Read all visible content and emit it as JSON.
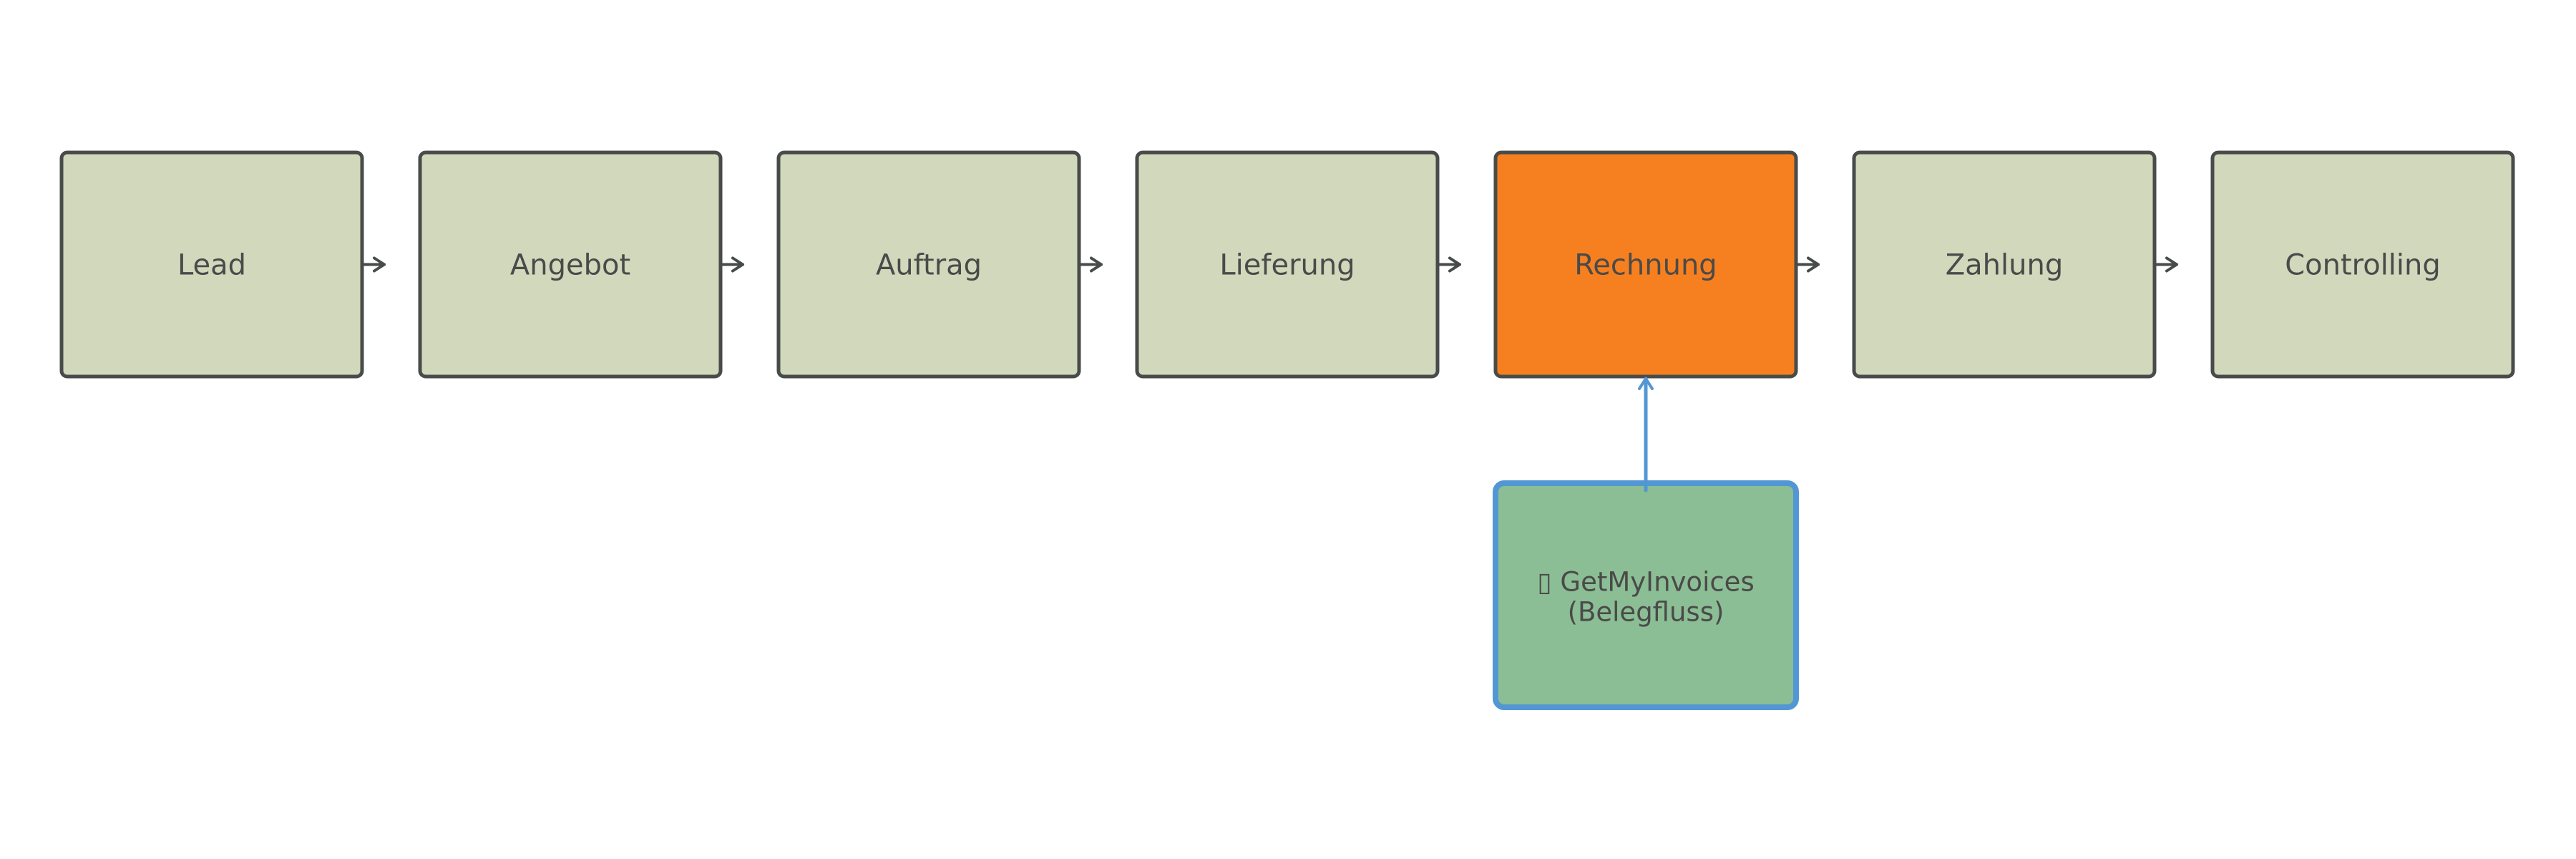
{
  "diagram": {
    "process_steps": [
      {
        "id": "lead",
        "label": "Lead",
        "highlighted": false
      },
      {
        "id": "angebot",
        "label": "Angebot",
        "highlighted": false
      },
      {
        "id": "auftrag",
        "label": "Auftrag",
        "highlighted": false
      },
      {
        "id": "lieferung",
        "label": "Lieferung",
        "highlighted": false
      },
      {
        "id": "rechnung",
        "label": "Rechnung",
        "highlighted": true
      },
      {
        "id": "zahlung",
        "label": "Zahlung",
        "highlighted": false
      },
      {
        "id": "controlling",
        "label": "Controlling",
        "highlighted": false
      }
    ],
    "integration": {
      "icon": "box-glyph-icon",
      "icon_glyph": "▯",
      "line1": "GetMyInvoices",
      "line2": "(Belegfluss)",
      "target": "rechnung"
    },
    "colors": {
      "step_fill": "#d2d8bb",
      "step_stroke": "#474b4a",
      "highlight_fill": "#f6801f",
      "integration_fill": "#8bbe94",
      "integration_stroke": "#5297d3",
      "connector": "#474b4a",
      "integration_connector": "#5297d3",
      "text": "#4a4a4a"
    }
  }
}
